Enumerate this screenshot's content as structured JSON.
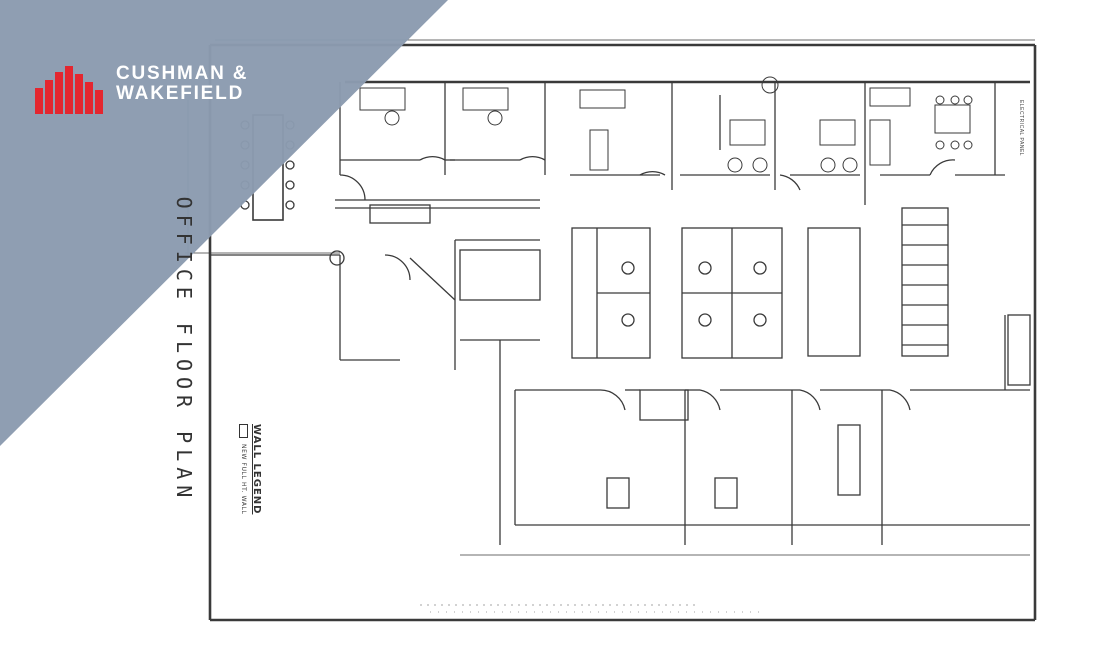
{
  "brand": {
    "name_line1": "CUSHMAN &",
    "name_line2": "WAKEFIELD",
    "logo_color": "#e4262f",
    "text_color": "#ffffff",
    "banner_color": "#8b9bb0"
  },
  "plan": {
    "title": "OFFICE FLOOR PLAN",
    "legend_title": "WALL LEGEND",
    "legend_item": "NEW FULL HT. WALL",
    "room_label": "ELECTRICAL PANEL",
    "line_color": "#3a3a3a"
  }
}
